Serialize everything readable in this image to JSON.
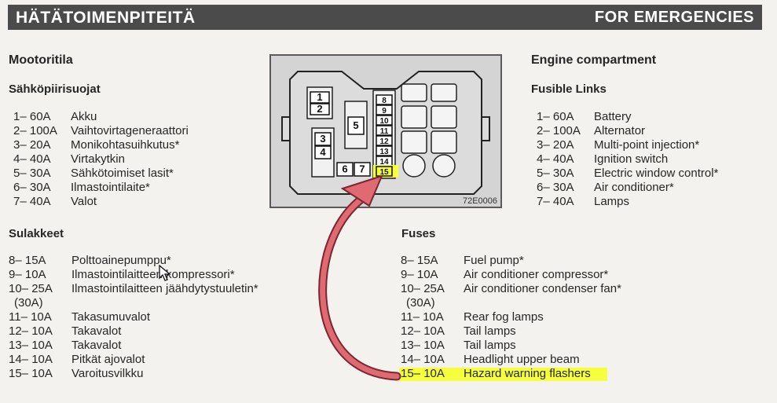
{
  "header": {
    "left": "HÄTÄTOIMENPITEITÄ",
    "right": "FOR EMERGENCIES"
  },
  "fi": {
    "section": "Mootoritila",
    "fusible_title": "Sähköpiirisuojat",
    "fusible": [
      {
        "num": "1– 60A",
        "desc": "Akku"
      },
      {
        "num": "2– 100A",
        "desc": "Vaihtovirtageneraattori"
      },
      {
        "num": "3– 20A",
        "desc": "Monikohtasuihkutus*"
      },
      {
        "num": "4– 40A",
        "desc": "Virtakytkin"
      },
      {
        "num": "5– 30A",
        "desc": "Sähkötoimiset lasit*"
      },
      {
        "num": "6– 30A",
        "desc": "Ilmastointilaite*"
      },
      {
        "num": "7– 40A",
        "desc": "Valot"
      }
    ],
    "fuses_title": "Sulakkeet",
    "fuses": [
      {
        "num": "8– 15A",
        "desc": "Polttoainepumppu*"
      },
      {
        "num": "9– 10A",
        "desc": "Ilmastointilaitteen kompressori*"
      },
      {
        "num": "10– 25A",
        "desc": "Ilmastointilaitteen jäähdytystuuletin*"
      },
      {
        "num": "(30A)",
        "desc": ""
      },
      {
        "num": "11– 10A",
        "desc": "Takasumuvalot"
      },
      {
        "num": "12– 10A",
        "desc": "Takavalot"
      },
      {
        "num": "13– 10A",
        "desc": "Takavalot"
      },
      {
        "num": "14– 10A",
        "desc": "Pitkät ajovalot"
      },
      {
        "num": "15– 10A",
        "desc": "Varoitusvilkku"
      }
    ]
  },
  "en": {
    "section": "Engine compartment",
    "fusible_title": "Fusible Links",
    "fusible": [
      {
        "num": "1– 60A",
        "desc": "Battery"
      },
      {
        "num": "2– 100A",
        "desc": "Alternator"
      },
      {
        "num": "3– 20A",
        "desc": "Multi-point injection*"
      },
      {
        "num": "4– 40A",
        "desc": "Ignition switch"
      },
      {
        "num": "5– 30A",
        "desc": "Electric window control*"
      },
      {
        "num": "6– 30A",
        "desc": "Air conditioner*"
      },
      {
        "num": "7– 40A",
        "desc": "Lamps"
      }
    ],
    "fuses_title": "Fuses",
    "fuses": [
      {
        "num": "8– 15A",
        "desc": "Fuel pump*"
      },
      {
        "num": "9– 10A",
        "desc": "Air conditioner compressor*"
      },
      {
        "num": "10– 25A",
        "desc": "Air conditioner condenser fan*"
      },
      {
        "num": "(30A)",
        "desc": ""
      },
      {
        "num": "11– 10A",
        "desc": "Rear fog lamps"
      },
      {
        "num": "12– 10A",
        "desc": "Tail lamps"
      },
      {
        "num": "13– 10A",
        "desc": "Tail lamps"
      },
      {
        "num": "14– 10A",
        "desc": "Headlight upper beam"
      },
      {
        "num": "15– 10A",
        "desc": "Hazard warning flashers",
        "highlight": true
      }
    ]
  },
  "diagram": {
    "code": "72E0006",
    "fuse_numbers": [
      "1",
      "2",
      "3",
      "4",
      "5",
      "6",
      "7",
      "8",
      "9",
      "10",
      "11",
      "12",
      "13",
      "14",
      "15"
    ],
    "highlight_fuse": "15"
  },
  "colors": {
    "highlight": "#f6ff3c",
    "arrow": "#e05a63",
    "header": "#4b4b4b"
  }
}
